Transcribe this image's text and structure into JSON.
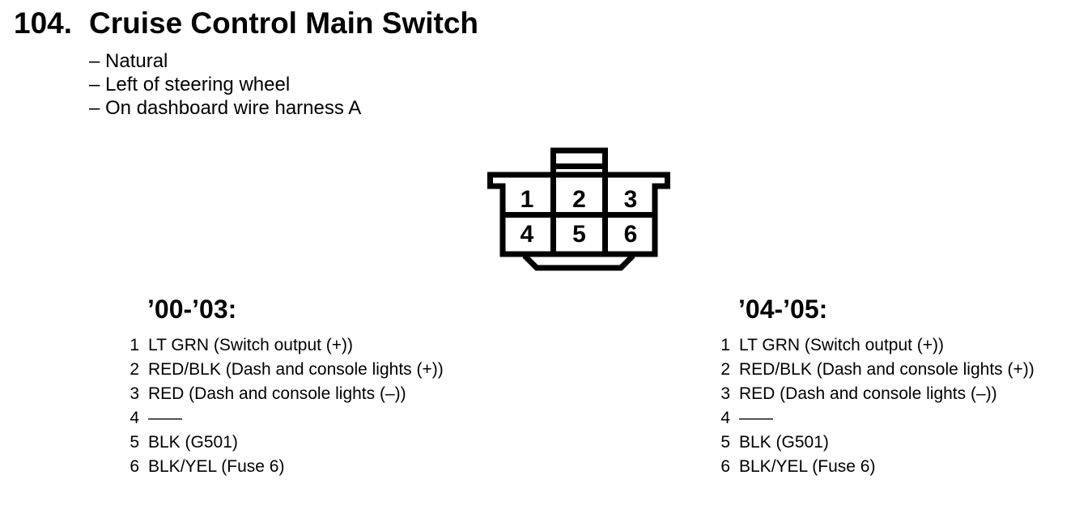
{
  "page": {
    "number": "104.",
    "title": "Cruise Control Main Switch",
    "notes": [
      "– Natural",
      "– Left of steering wheel",
      "– On dashboard wire harness A"
    ]
  },
  "connector": {
    "pins_row1": [
      "1",
      "2",
      "3"
    ],
    "pins_row2": [
      "4",
      "5",
      "6"
    ]
  },
  "columns": [
    {
      "heading": "’00-’03:",
      "pins": [
        {
          "num": "1",
          "label": "LT GRN (Switch output (+))"
        },
        {
          "num": "2",
          "label": "RED/BLK (Dash and console lights (+))"
        },
        {
          "num": "3",
          "label": "RED (Dash and console lights (–))"
        },
        {
          "num": "4",
          "label": "——"
        },
        {
          "num": "5",
          "label": "BLK (G501)"
        },
        {
          "num": "6",
          "label": "BLK/YEL (Fuse 6)"
        }
      ]
    },
    {
      "heading": "’04-’05:",
      "pins": [
        {
          "num": "1",
          "label": "LT GRN (Switch output (+))"
        },
        {
          "num": "2",
          "label": "RED/BLK (Dash and console lights (+))"
        },
        {
          "num": "3",
          "label": "RED (Dash and console lights (–))"
        },
        {
          "num": "4",
          "label": "——"
        },
        {
          "num": "5",
          "label": "BLK (G501)"
        },
        {
          "num": "6",
          "label": "BLK/YEL (Fuse 6)"
        }
      ]
    }
  ],
  "colors": {
    "ink": "#000000",
    "paper": "#ffffff"
  }
}
